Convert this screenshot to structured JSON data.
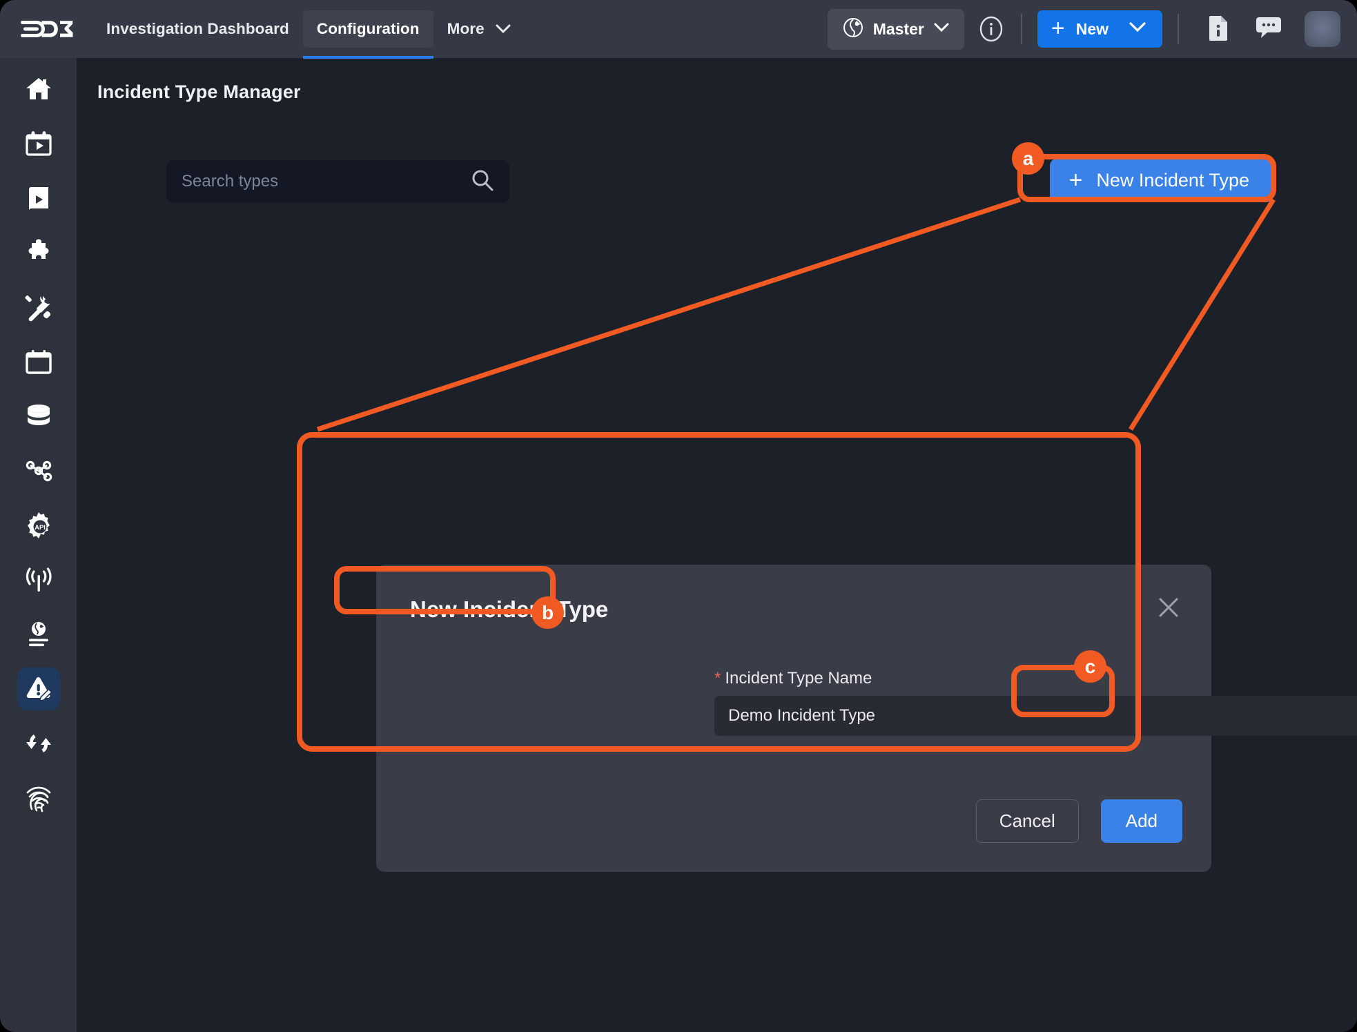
{
  "app": {
    "logo_text": "D3",
    "logo_icon": "d3-logo-icon"
  },
  "topbar": {
    "nav": [
      {
        "label": "Investigation Dashboard",
        "active": false,
        "caret": false
      },
      {
        "label": "Configuration",
        "active": true,
        "caret": false
      },
      {
        "label": "More",
        "active": false,
        "caret": true
      }
    ],
    "more_caret": "⌄",
    "workspace": {
      "icon": "globe-icon",
      "label": "Master",
      "caret": "⌄"
    },
    "info_icon": "info-circle-icon",
    "new_button": {
      "plus": "+",
      "label": "New",
      "caret": "⌄"
    },
    "right_icons": [
      {
        "name": "document-info-icon"
      },
      {
        "name": "chat-bubble-icon"
      }
    ],
    "avatar": "user-avatar"
  },
  "sidebar": {
    "items": [
      {
        "name": "home-icon",
        "label": "Home",
        "active": false
      },
      {
        "name": "calendar-play-icon",
        "label": "Playbook Schedule",
        "active": false
      },
      {
        "name": "book-play-icon",
        "label": "Playbooks",
        "active": false
      },
      {
        "name": "puzzle-icon",
        "label": "Integrations",
        "active": false
      },
      {
        "name": "tools-icon",
        "label": "Utilities",
        "active": false
      },
      {
        "name": "calendar-icon",
        "label": "Calendar",
        "active": false
      },
      {
        "name": "database-icon",
        "label": "Data Management",
        "active": false
      },
      {
        "name": "share-nodes-icon",
        "label": "Relationships",
        "active": false
      },
      {
        "name": "gear-api-icon",
        "label": "API Settings",
        "active": false
      },
      {
        "name": "broadcast-icon",
        "label": "Event Intake",
        "active": false
      },
      {
        "name": "globe-list-icon",
        "label": "Global Lists",
        "active": false
      },
      {
        "name": "incident-type-edit-icon",
        "label": "Incident Type Manager",
        "active": true
      },
      {
        "name": "sync-icon",
        "label": "Sync",
        "active": false
      },
      {
        "name": "fingerprint-icon",
        "label": "Forensics",
        "active": false
      }
    ]
  },
  "main": {
    "page_title": "Incident Type Manager",
    "search": {
      "placeholder": "Search types",
      "value": "",
      "icon": "search-icon"
    },
    "new_incident_button": {
      "plus": "+",
      "label": "New Incident Type"
    }
  },
  "modal": {
    "title": "New Incident Type",
    "close_icon": "close-icon",
    "field": {
      "required_marker": "*",
      "label": "Incident Type Name",
      "value": "Demo Incident Type",
      "placeholder": ""
    },
    "cancel_label": "Cancel",
    "add_label": "Add"
  },
  "annotations": {
    "accent_color": "#f15a22",
    "badges": [
      {
        "id": "a",
        "label": "a",
        "target": "new-incident-type-button"
      },
      {
        "id": "b",
        "label": "b",
        "target": "incident-type-name-input"
      },
      {
        "id": "c",
        "label": "c",
        "target": "add-button"
      }
    ]
  },
  "colors": {
    "topbar_bg": "#353945",
    "sidebar_bg": "#2e323c",
    "content_bg": "#1c2029",
    "modal_bg": "#3a3d48",
    "primary_blue": "#3b82e8",
    "accent_orange": "#f15a22",
    "active_side_bg": "#20395e"
  }
}
